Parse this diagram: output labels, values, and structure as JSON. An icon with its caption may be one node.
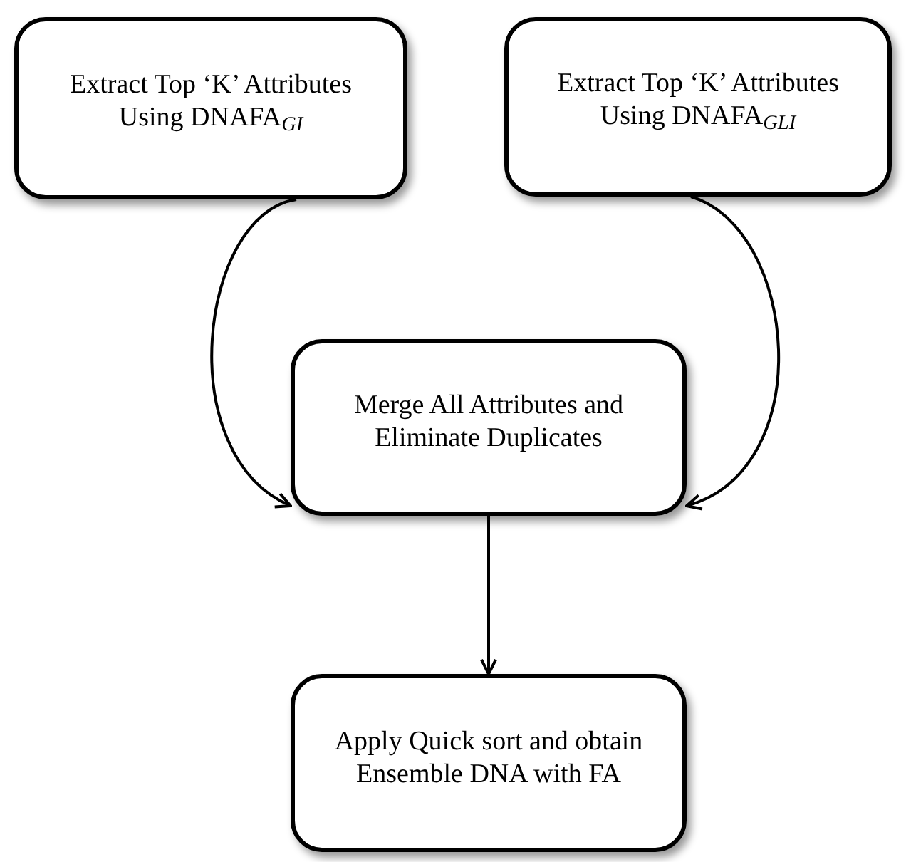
{
  "diagram": {
    "nodes": [
      {
        "text": [
          "Extract Top ‘K’ Attributes Using DNAFA$_{GI}$"
        ]
      },
      {
        "text": [
          "Extract Top ‘K’ Attributes Using DNAFA$_{GLI}$"
        ]
      },
      {
        "text": [
          "Merge All Attributes and Eliminate Duplicates"
        ]
      },
      {
        "text": [
          "Apply Quick sort and obtain Ensemble DNA with FA"
        ]
      }
    ],
    "edges": [
      {
        "from": 0,
        "to": 2,
        "arrow": "to"
      },
      {
        "from": 1,
        "to": 2,
        "arrow": "to"
      },
      {
        "from": 2,
        "to": 3,
        "arrow": "to"
      }
    ]
  }
}
